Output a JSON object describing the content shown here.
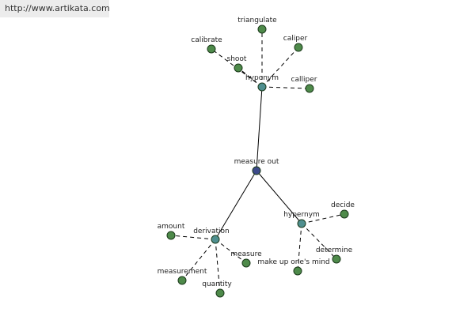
{
  "banner": {
    "url": "http://www.artikata.com"
  },
  "colors": {
    "root": "#3d4a8a",
    "relation": "#4f8f8f",
    "leaf": "#4e8a4a",
    "edge": "#000000"
  },
  "graph": {
    "nodes": [
      {
        "id": "root",
        "label": "measure out",
        "kind": "root"
      },
      {
        "id": "hyponym",
        "label": "hyponym",
        "kind": "relation"
      },
      {
        "id": "derivation",
        "label": "derivation",
        "kind": "relation"
      },
      {
        "id": "hypernym",
        "label": "hypernym",
        "kind": "relation"
      },
      {
        "id": "triangulate",
        "label": "triangulate",
        "kind": "leaf"
      },
      {
        "id": "calibrate",
        "label": "calibrate",
        "kind": "leaf"
      },
      {
        "id": "caliper",
        "label": "caliper",
        "kind": "leaf"
      },
      {
        "id": "shoot",
        "label": "shoot",
        "kind": "leaf"
      },
      {
        "id": "calliper",
        "label": "calliper",
        "kind": "leaf"
      },
      {
        "id": "amount",
        "label": "amount",
        "kind": "leaf"
      },
      {
        "id": "measure",
        "label": "measure",
        "kind": "leaf"
      },
      {
        "id": "measurement",
        "label": "measurement",
        "kind": "leaf"
      },
      {
        "id": "quantity",
        "label": "quantity",
        "kind": "leaf"
      },
      {
        "id": "decide",
        "label": "decide",
        "kind": "leaf"
      },
      {
        "id": "determine",
        "label": "determine",
        "kind": "leaf"
      },
      {
        "id": "make-up-ones-mind",
        "label": "make up one's mind",
        "kind": "leaf"
      }
    ],
    "edges": [
      {
        "from": "root",
        "to": "hyponym",
        "style": "solid"
      },
      {
        "from": "root",
        "to": "derivation",
        "style": "solid"
      },
      {
        "from": "root",
        "to": "hypernym",
        "style": "solid"
      },
      {
        "from": "hyponym",
        "to": "triangulate",
        "style": "dashed"
      },
      {
        "from": "hyponym",
        "to": "calibrate",
        "style": "dashed"
      },
      {
        "from": "hyponym",
        "to": "caliper",
        "style": "dashed"
      },
      {
        "from": "hyponym",
        "to": "shoot",
        "style": "dashed"
      },
      {
        "from": "hyponym",
        "to": "calliper",
        "style": "dashed"
      },
      {
        "from": "derivation",
        "to": "amount",
        "style": "dashed"
      },
      {
        "from": "derivation",
        "to": "measure",
        "style": "dashed"
      },
      {
        "from": "derivation",
        "to": "measurement",
        "style": "dashed"
      },
      {
        "from": "derivation",
        "to": "quantity",
        "style": "dashed"
      },
      {
        "from": "hypernym",
        "to": "decide",
        "style": "dashed"
      },
      {
        "from": "hypernym",
        "to": "determine",
        "style": "dashed"
      },
      {
        "from": "hypernym",
        "to": "make-up-ones-mind",
        "style": "dashed"
      }
    ]
  }
}
